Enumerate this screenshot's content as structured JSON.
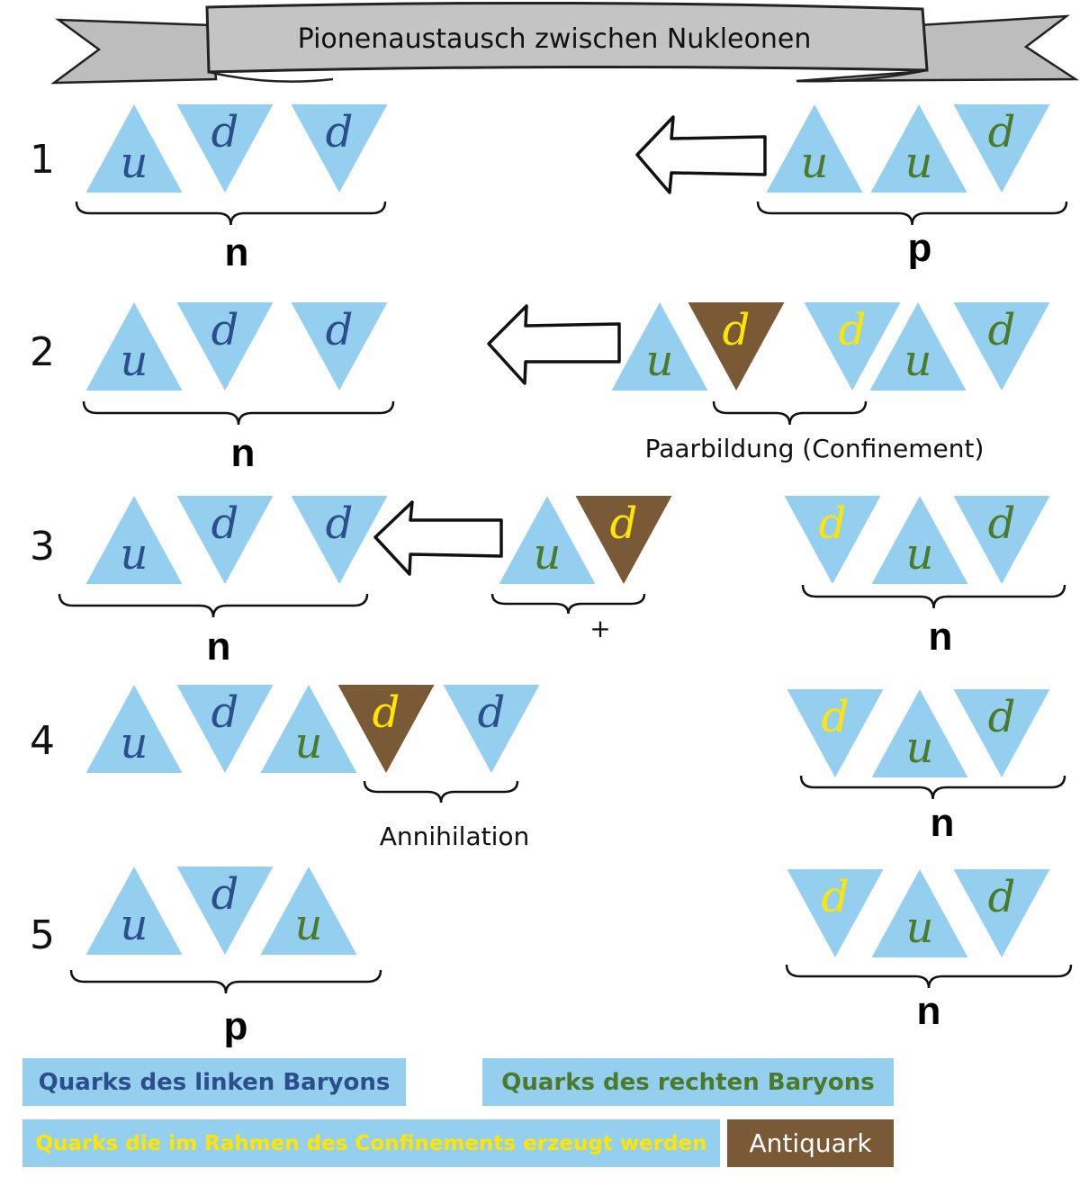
{
  "title": "Pionenaustausch zwischen Nukleonen",
  "colors": {
    "quark_fill": "#94cff0",
    "antiquark_fill": "#7a5a36",
    "left_text": "#2a4f8a",
    "right_text": "#4a7a2a",
    "confinement_text": "#ffe600"
  },
  "rows": [
    {
      "number": "1"
    },
    {
      "number": "2"
    },
    {
      "number": "3"
    },
    {
      "number": "4"
    },
    {
      "number": "5"
    }
  ],
  "groups": {
    "r1_left": "n",
    "r1_right": "p",
    "r2_left": "n",
    "r3_left": "n",
    "r3_right": "n",
    "r4_right": "n",
    "r5_left": "p",
    "r5_right": "n"
  },
  "captions": {
    "pair": "Paarbildung (Confinement)",
    "annihilation": "Annihilation",
    "pion_charge": "+"
  },
  "quark_labels": {
    "up": "u",
    "down": "d"
  },
  "legend": {
    "left": "Quarks des linken Baryons",
    "right": "Quarks des rechten Baryons",
    "confinement": "Quarks die im Rahmen des Confinements erzeugt werden",
    "antiquark": "Antiquark"
  }
}
